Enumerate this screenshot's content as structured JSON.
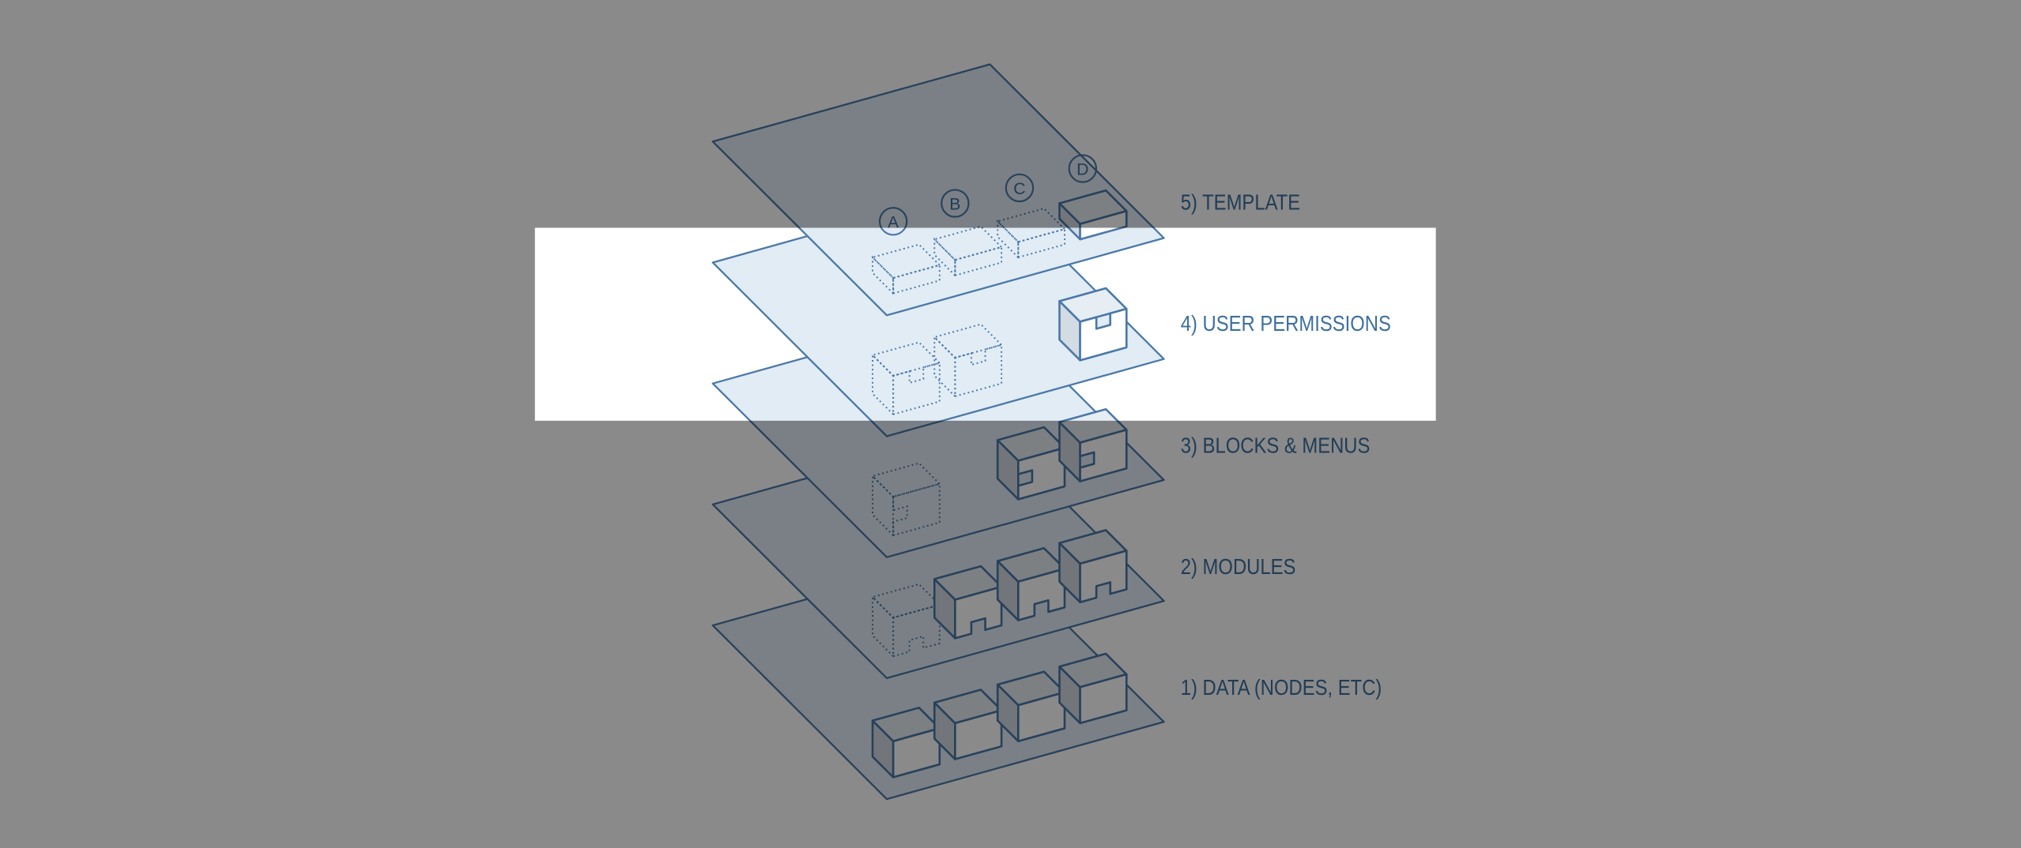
{
  "diagram": {
    "layers": [
      {
        "label": "1) DATA (NODES, ETC)"
      },
      {
        "label": "2) MODULES"
      },
      {
        "label": "3) BLOCKS & MENUS"
      },
      {
        "label": "4) USER PERMISSIONS"
      },
      {
        "label": "5) TEMPLATE"
      }
    ],
    "template_markers": [
      "A",
      "B",
      "C",
      "D"
    ],
    "highlighted_layer": "4) USER PERMISSIONS"
  },
  "colors": {
    "stroke": "#4a78a8",
    "layer_fill": "#e1ecf5",
    "text": "#3b6fa0",
    "overlay": "#000000"
  }
}
